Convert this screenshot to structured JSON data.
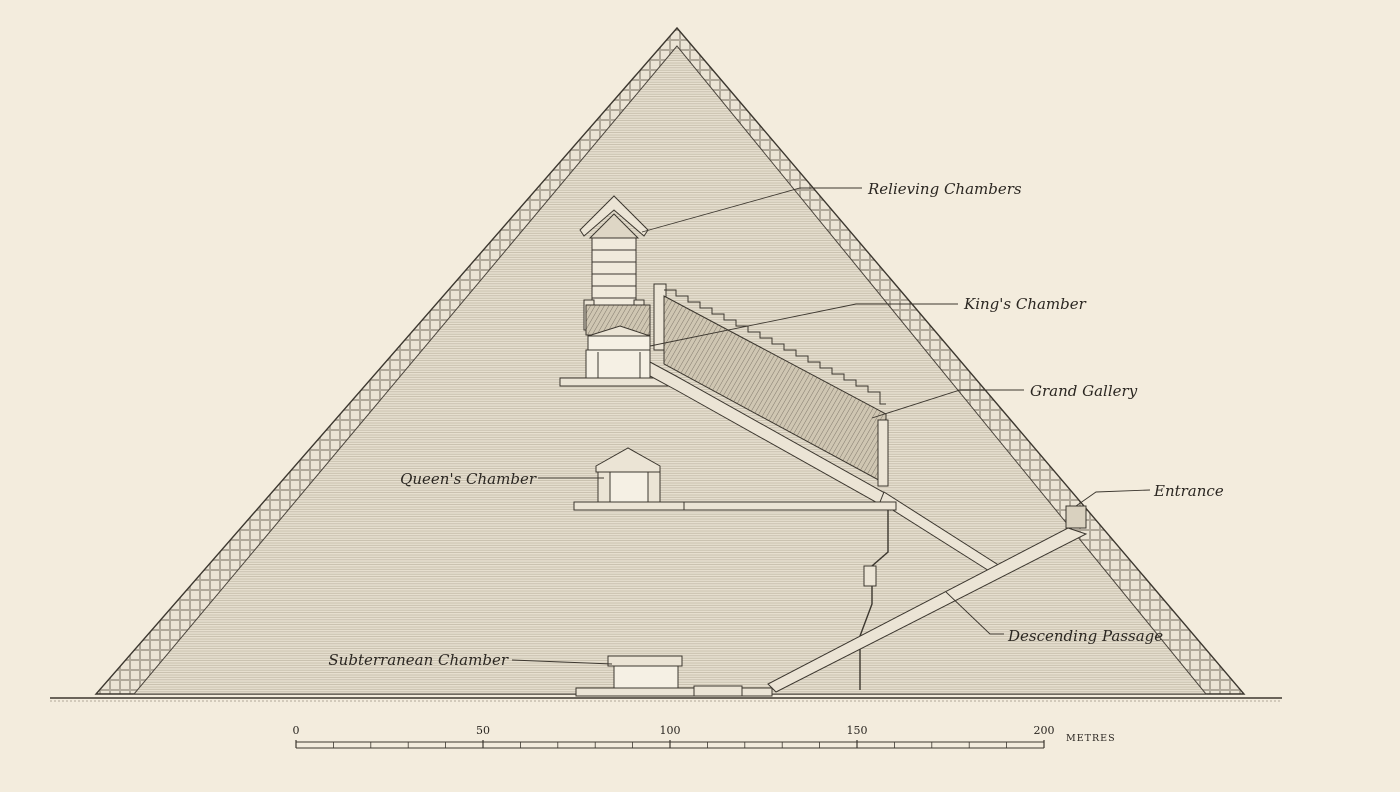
{
  "diagram": {
    "labels": {
      "relieving_chambers": "Relieving Chambers",
      "kings_chamber": "King's Chamber",
      "grand_gallery": "Grand Gallery",
      "queens_chamber": "Queen's Chamber",
      "entrance": "Entrance",
      "descending_passage": "Descending Passage",
      "subterranean_chamber": "Subterranean Chamber"
    },
    "scale": {
      "ticks": [
        "0",
        "50",
        "100",
        "150",
        "200"
      ],
      "unit": "METRES"
    },
    "colors": {
      "background": "#f3ecdd",
      "fill": "#e4ddcd",
      "line": "#4a443c",
      "text": "#2b2722"
    }
  }
}
